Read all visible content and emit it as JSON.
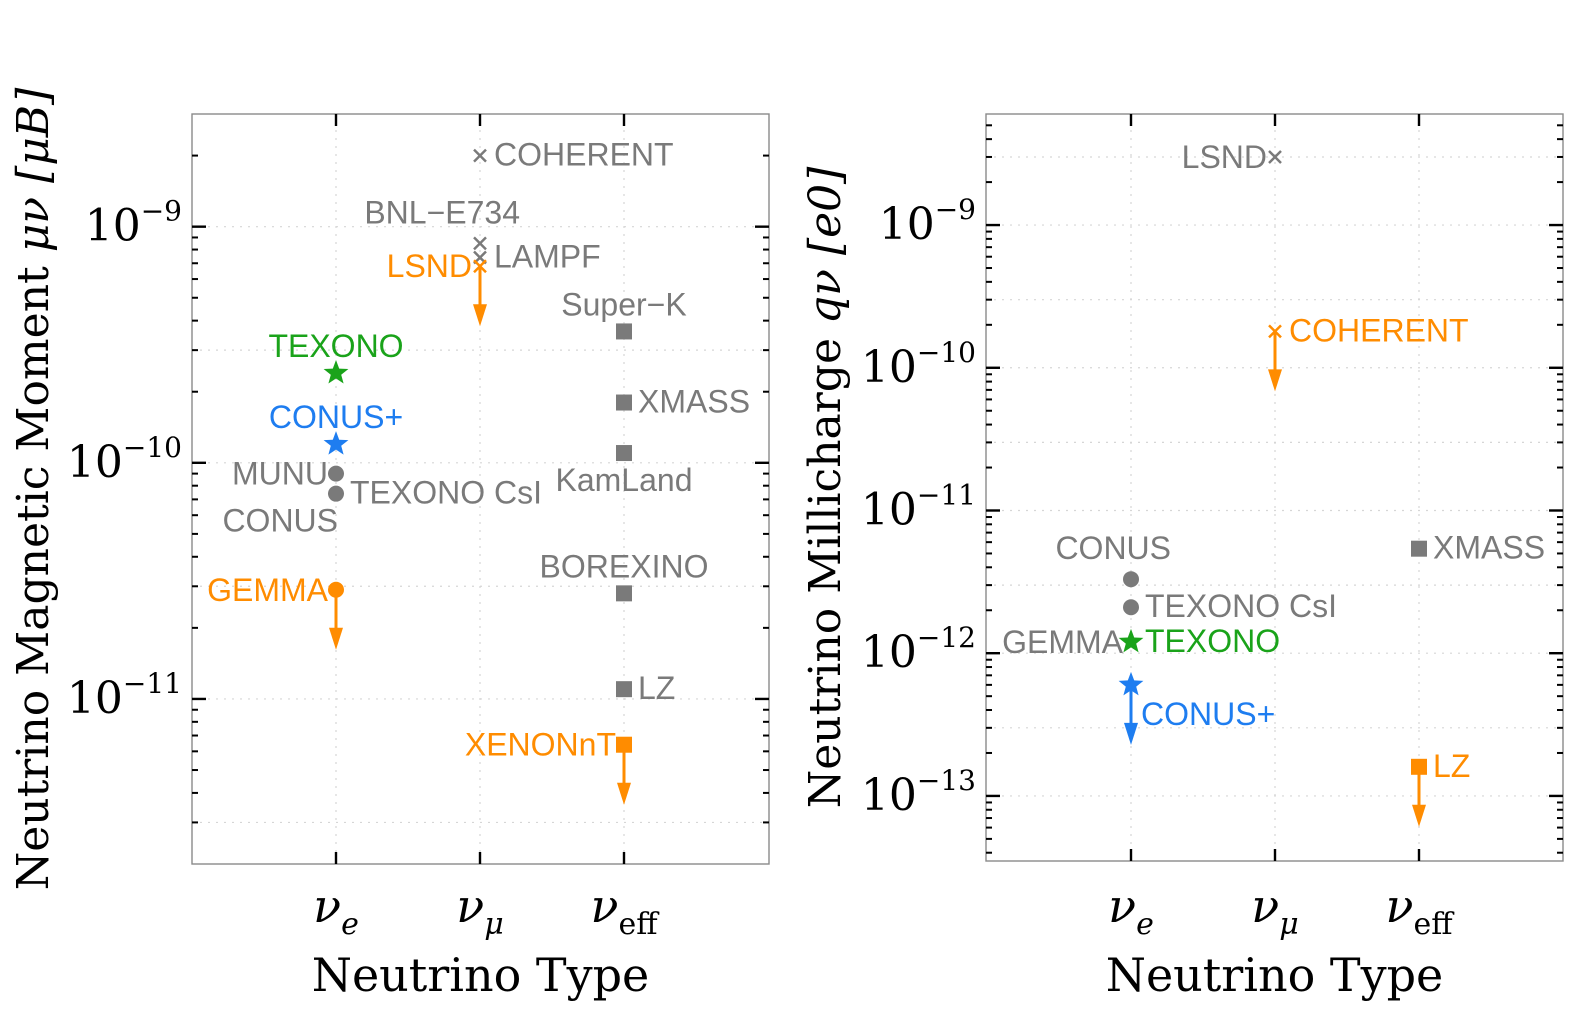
{
  "colors": {
    "gray": "#7a7a7a",
    "orange": "#ff8c00",
    "green": "#1aa31a",
    "blue": "#1e7df0",
    "frame": "#8a8a8a",
    "grid": "#d6d6d6"
  },
  "chart_data": [
    {
      "type": "scatter",
      "title": "",
      "xlabel": "Neutrino Type",
      "ylabel": "Neutrino Magnetic Moment",
      "ylabel_symbol": "μν [μB]",
      "yscale": "log",
      "ylim": [
        2e-12,
        3e-09
      ],
      "grid": true,
      "categories": [
        "νe",
        "νμ",
        "νeff"
      ],
      "y_ticks": [
        {
          "value": 1e-09,
          "base": "10",
          "exp": "−9"
        },
        {
          "value": 1e-10,
          "base": "10",
          "exp": "−10"
        },
        {
          "value": 1e-11,
          "base": "10",
          "exp": "−11"
        }
      ],
      "points": [
        {
          "label": "COHERENT",
          "category": 1,
          "y": 2e-09,
          "marker": "x",
          "color": "gray",
          "upper_limit": false,
          "label_pos": "right"
        },
        {
          "label": "BNL−E734",
          "category": 1,
          "y": 8.5e-10,
          "marker": "x",
          "color": "gray",
          "upper_limit": false,
          "label_pos": "above-left"
        },
        {
          "label": "LAMPF",
          "category": 1,
          "y": 7.4e-10,
          "marker": "x",
          "color": "gray",
          "upper_limit": false,
          "label_pos": "right"
        },
        {
          "label": "LSND",
          "category": 1,
          "y": 6.8e-10,
          "marker": "x",
          "color": "orange",
          "upper_limit": true,
          "label_pos": "left"
        },
        {
          "label": "TEXONO",
          "category": 0,
          "y": 2.4e-10,
          "marker": "star",
          "color": "green",
          "upper_limit": false,
          "label_pos": "above"
        },
        {
          "label": "CONUS+",
          "category": 0,
          "y": 1.2e-10,
          "marker": "star",
          "color": "blue",
          "upper_limit": false,
          "label_pos": "above"
        },
        {
          "label": "MUNU",
          "category": 0,
          "y": 9e-11,
          "marker": "circle",
          "color": "gray",
          "upper_limit": false,
          "label_pos": "left"
        },
        {
          "label": "TEXONO CsI",
          "category": 0,
          "y": 7.4e-11,
          "marker": "circle",
          "color": "gray",
          "upper_limit": false,
          "label_pos": "right"
        },
        {
          "label": "CONUS",
          "category": 0,
          "y": 7.4e-11,
          "marker": "none",
          "color": "gray",
          "upper_limit": false,
          "label_pos": "below-left"
        },
        {
          "label": "GEMMA",
          "category": 0,
          "y": 2.9e-11,
          "marker": "circle",
          "color": "orange",
          "upper_limit": true,
          "label_pos": "left"
        },
        {
          "label": "Super−K",
          "category": 2,
          "y": 3.6e-10,
          "marker": "square",
          "color": "gray",
          "upper_limit": false,
          "label_pos": "above"
        },
        {
          "label": "XMASS",
          "category": 2,
          "y": 1.8e-10,
          "marker": "square",
          "color": "gray",
          "upper_limit": false,
          "label_pos": "right"
        },
        {
          "label": "KamLand",
          "category": 2,
          "y": 1.1e-10,
          "marker": "square",
          "color": "gray",
          "upper_limit": false,
          "label_pos": "below"
        },
        {
          "label": "BOREXINO",
          "category": 2,
          "y": 2.8e-11,
          "marker": "square",
          "color": "gray",
          "upper_limit": false,
          "label_pos": "above"
        },
        {
          "label": "LZ",
          "category": 2,
          "y": 1.1e-11,
          "marker": "square",
          "color": "gray",
          "upper_limit": false,
          "label_pos": "right"
        },
        {
          "label": "XENONnT",
          "category": 2,
          "y": 6.4e-12,
          "marker": "square",
          "color": "orange",
          "upper_limit": true,
          "label_pos": "left"
        }
      ]
    },
    {
      "type": "scatter",
      "title": "",
      "xlabel": "Neutrino Type",
      "ylabel": "Neutrino Millicharge",
      "ylabel_symbol": "qν [e0]",
      "yscale": "log",
      "ylim": [
        3.5e-14,
        6e-09
      ],
      "grid": true,
      "categories": [
        "νe",
        "νμ",
        "νeff"
      ],
      "y_ticks": [
        {
          "value": 1e-09,
          "base": "10",
          "exp": "−9"
        },
        {
          "value": 1e-10,
          "base": "10",
          "exp": "−10"
        },
        {
          "value": 1e-11,
          "base": "10",
          "exp": "−11"
        },
        {
          "value": 1e-12,
          "base": "10",
          "exp": "−12"
        },
        {
          "value": 1e-13,
          "base": "10",
          "exp": "−13"
        }
      ],
      "points": [
        {
          "label": "LSND",
          "category": 1,
          "y": 3e-09,
          "marker": "x",
          "color": "gray",
          "upper_limit": false,
          "label_pos": "left"
        },
        {
          "label": "COHERENT",
          "category": 1,
          "y": 1.8e-10,
          "marker": "x",
          "color": "orange",
          "upper_limit": true,
          "label_pos": "right"
        },
        {
          "label": "CONUS",
          "category": 0,
          "y": 3.3e-12,
          "marker": "circle",
          "color": "gray",
          "upper_limit": false,
          "label_pos": "above-left"
        },
        {
          "label": "TEXONO CsI",
          "category": 0,
          "y": 2.1e-12,
          "marker": "circle",
          "color": "gray",
          "upper_limit": false,
          "label_pos": "right"
        },
        {
          "label": "GEMMA",
          "category": 0,
          "y": 1.2e-12,
          "marker": "none",
          "color": "gray",
          "upper_limit": false,
          "label_pos": "left"
        },
        {
          "label": "TEXONO",
          "category": 0,
          "y": 1.2e-12,
          "marker": "star",
          "color": "green",
          "upper_limit": false,
          "label_pos": "right"
        },
        {
          "label": "CONUS+",
          "category": 0,
          "y": 6e-13,
          "marker": "star",
          "color": "blue",
          "upper_limit": true,
          "label_pos": "right-below"
        },
        {
          "label": "XMASS",
          "category": 2,
          "y": 5.4e-12,
          "marker": "square",
          "color": "gray",
          "upper_limit": false,
          "label_pos": "right"
        },
        {
          "label": "LZ",
          "category": 2,
          "y": 1.6e-13,
          "marker": "square",
          "color": "orange",
          "upper_limit": true,
          "label_pos": "right"
        }
      ]
    }
  ]
}
